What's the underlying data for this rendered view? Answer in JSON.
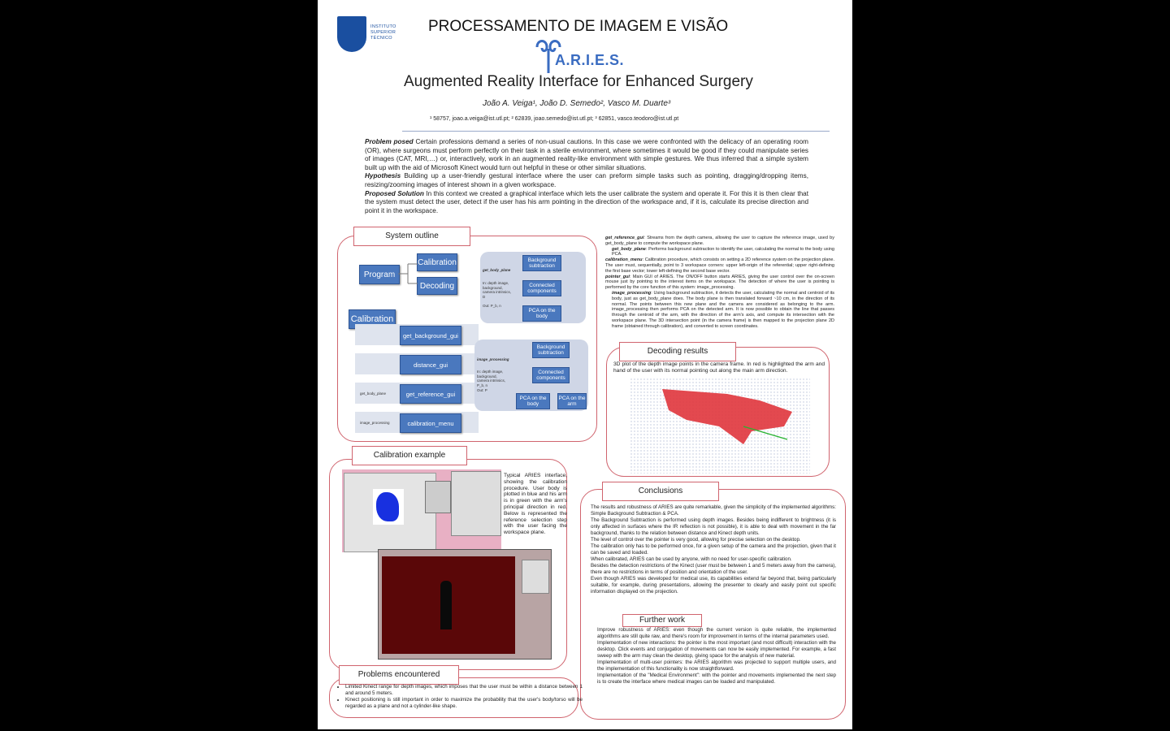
{
  "header": {
    "logo_text": [
      "INSTITUTO",
      "SUPERIOR",
      "TÉCNICO"
    ],
    "title": "PROCESSAMENTO DE IMAGEM E VISÃO",
    "aries": "A.R.I.E.S.",
    "subtitle": "Augmented Reality Interface for Enhanced Surgery",
    "authors": "João A. Veiga¹, João D. Semedo², Vasco M. Duarte³",
    "emails": "¹ 58757, joao.a.veiga@ist.utl.pt; ² 62839, joao.semedo@ist.utl.pt; ³ 62851, vasco.teodoro@ist.utl.pt"
  },
  "intro": {
    "problem_h": "Problem posed",
    "problem": "Certain professions demand a series of non-usual cautions. In this case we were confronted with the delicacy of an operating room (OR), where surgeons must perform perfectly on their task in a sterile environment, where sometimes it would be good if they could manipulate series of images (CAT, MRI,…) or, interactively, work in an augmented reality-like environment with simple gestures. We thus inferred that a simple system built up with the aid of Microsoft Kinect would turn out helpful in these or other similar situations.",
    "hyp_h": "Hypothesis",
    "hyp": "Building up a user-friendly gestural interface where the user can preform simple tasks such as pointing, dragging/dropping items, resizing/zooming images of interest shown in a given workspace.",
    "sol_h": "Proposed Solution",
    "sol": "In this context we created a graphical interface which lets the user calibrate the system and operate it. For this it is then clear that the system must detect the user, detect if the user has his arm pointing in the direction of the workspace and, if it is, calculate its precise direction and point it in the workspace."
  },
  "outline": {
    "label": "System outline",
    "program": "Program",
    "calibration": "Calibration",
    "decoding": "Decoding",
    "calib2": "Calibration",
    "steps": [
      "get_background_gui",
      "distance_gui",
      "get_reference_gui",
      "calibration_menu"
    ],
    "side": [
      "",
      "",
      "get_body_plane",
      "image_processing"
    ],
    "panel1_title": "get_body_plane",
    "panel1_io": "In: depth image, background, camera intrinsics, D",
    "panel1_out": "Out: P_b, n",
    "panel1_nodes": [
      "Background subtraction",
      "Connected components",
      "PCA on the body"
    ],
    "panel2_title": "image_processing",
    "panel2_io": "In: depth image, background, camera intrinsics, P_b, n",
    "panel2_out": "Out: P",
    "panel2_nodes": [
      "Background subtraction",
      "Connected components",
      "PCA on the body",
      "PCA on the arm"
    ]
  },
  "desc": {
    "p1_h": "get_reference_gui",
    "p1": ": Streams from the depth camera, allowing the user to capture the reference image, used by get_body_plane to compute the workspace plane.",
    "p2_h": "get_body_plane",
    "p2": ": Performs background subtraction to identify the user, calculating the normal to the body using PCA.",
    "p3_h": "calibration_menu",
    "p3": ": Calibration procedure, which consists on setting a 2D reference system on the projection plane. The user must, sequentially, point to 3 workspace corners: upper left-origin of the referential; upper right-defining the first base vector; lower left-defining the second base vector.",
    "p4_h": "pointer_gui",
    "p4": ": Main GUI of ARIES. The ON/OFF button starts ARIES, giving the user control over the on-screen mouse just by pointing to the interest items on the workspace. The detection of where the user is pointing is performed by the core function of this system: image_processing.",
    "p5_h": "image_processing",
    "p5": ": Using background subtraction, it detects the user, calculating the normal and centroid of its body, just as get_body_plane does. The body plane is then translated forward ~10 cm, in the direction of its normal. The points between this new plane and the camera are considered as belonging to the arm. image_processing then performs PCA on the detected arm. It is now possible to obtain the line that passes through the centroid of the arm, with the direction of the arm's axis, and compute its intersection with the workspace plane. The 3D intersection point (in the camera frame) is then mapped to the projection plane 2D frame (obtained through calibration), and converted to screen coordinates."
  },
  "decoding": {
    "label": "Decoding results",
    "caption": "3D plot of the depth image points in the camera frame. In red is highlighted the arm and hand of the user with its normal pointing out along the main arm direction."
  },
  "calib_example": {
    "label": "Calibration example",
    "caption": "Typical ARIES interface, showing the calibration procedure. User body is plotted in blue and his arm is in green with the arm's principal direction in red. Below is represented the reference selection step with the user facing the workspace plane."
  },
  "conclusions": {
    "label": "Conclusions",
    "text": [
      "The results and robustness of ARIES are quite remarkable, given the simplicity of the implemented algorithms: Simple Background Subtraction & PCA.",
      "The Background Subtraction is performed using depth images. Besides being indifferent to brightness (it is only affected in surfaces where the IR reflection is not possible), it is able to deal with movement in the far background, thanks to the relation between distance and Kinect depth units.",
      "The level of control over the pointer is very good, allowing for precise selection on the desktop.",
      "The calibration only has to be performed once, for a given setup of the camera and the projection, given that it can be saved and loaded.",
      "When calibrated, ARIES can be used by anyone, with no need for user-specific calibration.",
      "Besides the detection restrictions of the Kinect (user must be between 1 and 5 meters away from the camera), there are no restrictions in terms of position and orientation of the user.",
      "Even though ARIES was developed for medical use, its capabilities extend far beyond that, being particularly suitable, for example, during presentations, allowing the presenter to clearly and easily point out specific information displayed on the projection."
    ]
  },
  "further": {
    "label": "Further work",
    "text": [
      "Improve robustness of ARIES: even though the current version is quite reliable, the implemented algorithms are still quite raw, and there's room for improvement in terms of the internal parameters used.",
      "Implementation of new interactions: the pointer is the most important (and most difficult) interaction with the desktop. Click events and conjugation of movements can now be easily implemented. For example, a fast sweep with the arm may clean the desktop, giving space for the analysis of new material.",
      "Implementation of multi-user pointers: the ARIES algorithm was projected to support multiple users, and the implementation of this functionality is now straightforward.",
      "Implementation of the \"Medical Environment\": with the pointer and movements implemented the next step is to create the interface where medical images can be loaded and manipulated."
    ]
  },
  "problems": {
    "label": "Problems encountered",
    "items": [
      "Limited Kinect range for depth images, which imposes that the user must be within a distance between 1 and around 5 meters.",
      "Kinect positioning is still important in order to maximize the probability that the user's body/torso will be regarded as a plane and not a cylinder-like shape."
    ]
  }
}
